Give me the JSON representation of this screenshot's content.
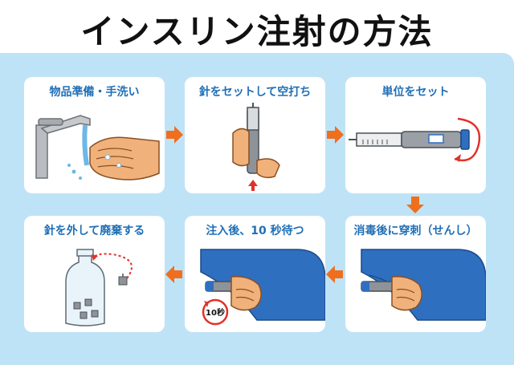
{
  "title": "インスリン注射の方法",
  "steps": [
    {
      "label": "物品準備・手洗い"
    },
    {
      "label": "針をセットして空打ち"
    },
    {
      "label": "単位をセット"
    },
    {
      "label": "消毒後に穿刺（せんし）"
    },
    {
      "label": "注入後、10 秒待つ"
    },
    {
      "label": "針を外して廃棄する"
    }
  ],
  "timer_badge": "10秒",
  "colors": {
    "panel": "#bfe3f6",
    "label": "#1f6fb6",
    "arrow": "#ef6f1f",
    "skin": "#f0b27a",
    "sleeve": "#2f6fc0"
  }
}
